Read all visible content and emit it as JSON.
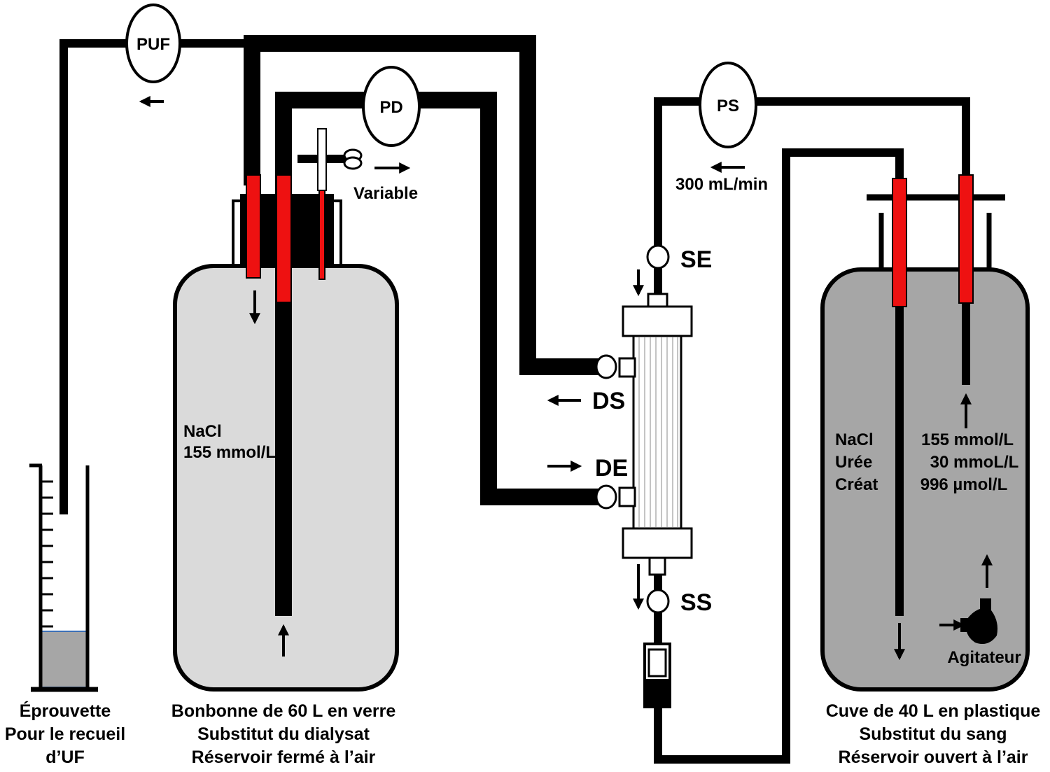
{
  "pumps": {
    "puf": "PUF",
    "pd": "PD",
    "ps": "PS"
  },
  "flow": {
    "dialysate_rate": "Variable",
    "blood_rate": "300 mL/min"
  },
  "ports": {
    "se": "SE",
    "ss": "SS",
    "ds": "DS",
    "de": "DE"
  },
  "dialysate_bottle": {
    "contents": [
      "NaCl",
      "155 mmol/L"
    ],
    "caption": [
      "Bonbonne de 60 L en verre",
      "Substitut du dialysat",
      "Réservoir fermé à l’air"
    ]
  },
  "blood_tank": {
    "solutes": [
      "NaCl",
      "Urée",
      "Créat"
    ],
    "concentrations": [
      "155 mmol/L",
      "30 mmoL/L",
      "996 µmol/L"
    ],
    "stirrer": "Agitateur",
    "caption": [
      "Cuve de 40 L en plastique",
      "Substitut du sang",
      "Réservoir ouvert à l’air"
    ]
  },
  "cylinder": {
    "caption": [
      "Éprouvette",
      "Pour le recueil",
      "d’UF"
    ]
  },
  "colors": {
    "tube": "#000000",
    "connector": "#ee1111",
    "dialysate_fill": "#dadada",
    "blood_fill": "#a6a6a6",
    "uf_fill": "#a6a6a6"
  }
}
